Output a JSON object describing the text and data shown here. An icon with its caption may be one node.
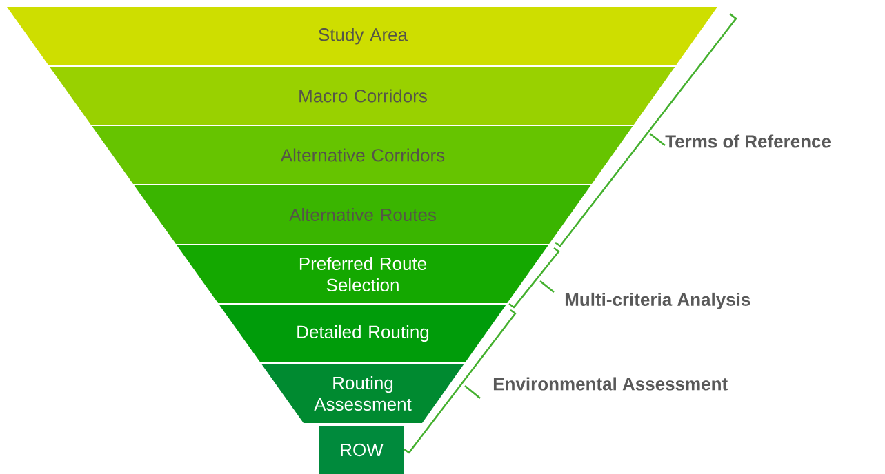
{
  "diagram": {
    "nodes": [
      {
        "text": [
          "Study Area"
        ]
      },
      {
        "text": [
          "Macro Corridors"
        ]
      },
      {
        "text": [
          "Alternative Corridors"
        ]
      },
      {
        "text": [
          "Alternative Routes"
        ]
      },
      {
        "text": [
          "Preferred Route Selection"
        ]
      },
      {
        "text": [
          "Detailed Routing"
        ]
      },
      {
        "text": [
          "Routing Assessment"
        ]
      },
      {
        "text": [
          "ROW"
        ]
      }
    ],
    "labels": [
      "Terms of Reference",
      "Multi-criteria Analysis",
      "Environmental Assessment"
    ]
  }
}
